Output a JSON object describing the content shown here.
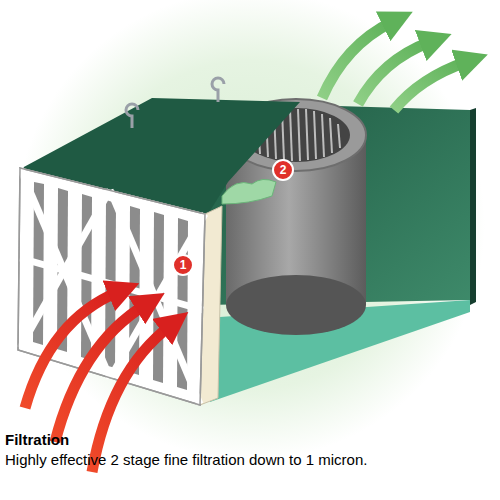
{
  "diagram": {
    "title": "Filtration",
    "caption": "Highly effective 2 stage fine filtration down to 1 micron.",
    "nodes": [
      {
        "text": [
          "1"
        ]
      },
      {
        "text": [
          "2"
        ]
      }
    ]
  }
}
